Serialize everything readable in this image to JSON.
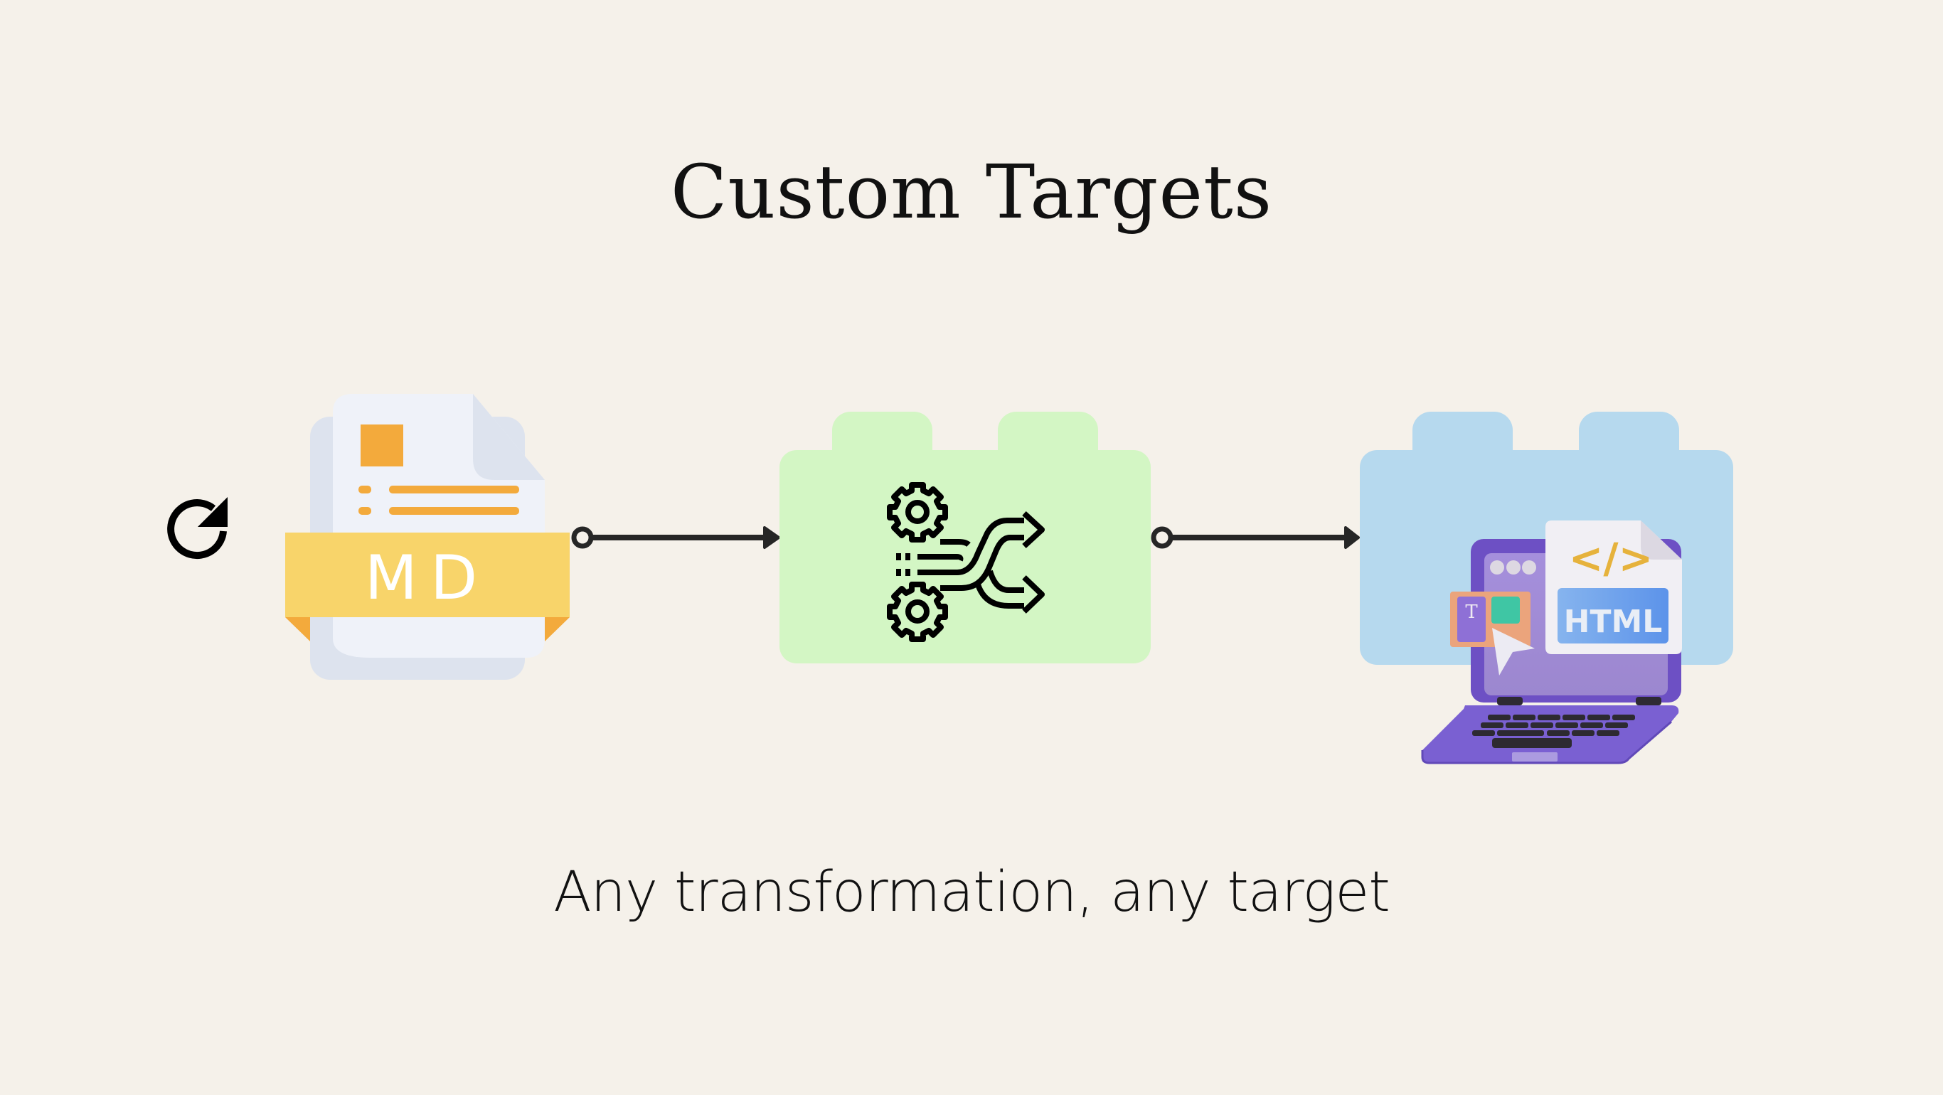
{
  "title": "Custom Targets",
  "subtitle": "Any transformation, any target",
  "pipeline": {
    "refresh_icon": "refresh-icon",
    "source": {
      "label": "MD",
      "icon": "markdown-file-icon",
      "accent": "#f3aa3c",
      "banner": "#f8d46a"
    },
    "transform": {
      "icon": "process-gears-arrows-icon",
      "color": "#d3f6c4"
    },
    "target": {
      "label": "HTML",
      "icon": "laptop-html-icon",
      "color": "#b6d9ee",
      "text_glyph": "T",
      "code_glyph": "</>"
    }
  },
  "colors": {
    "background": "#f5f1ea",
    "connector": "#262626",
    "laptop": "#7b5fcf"
  }
}
